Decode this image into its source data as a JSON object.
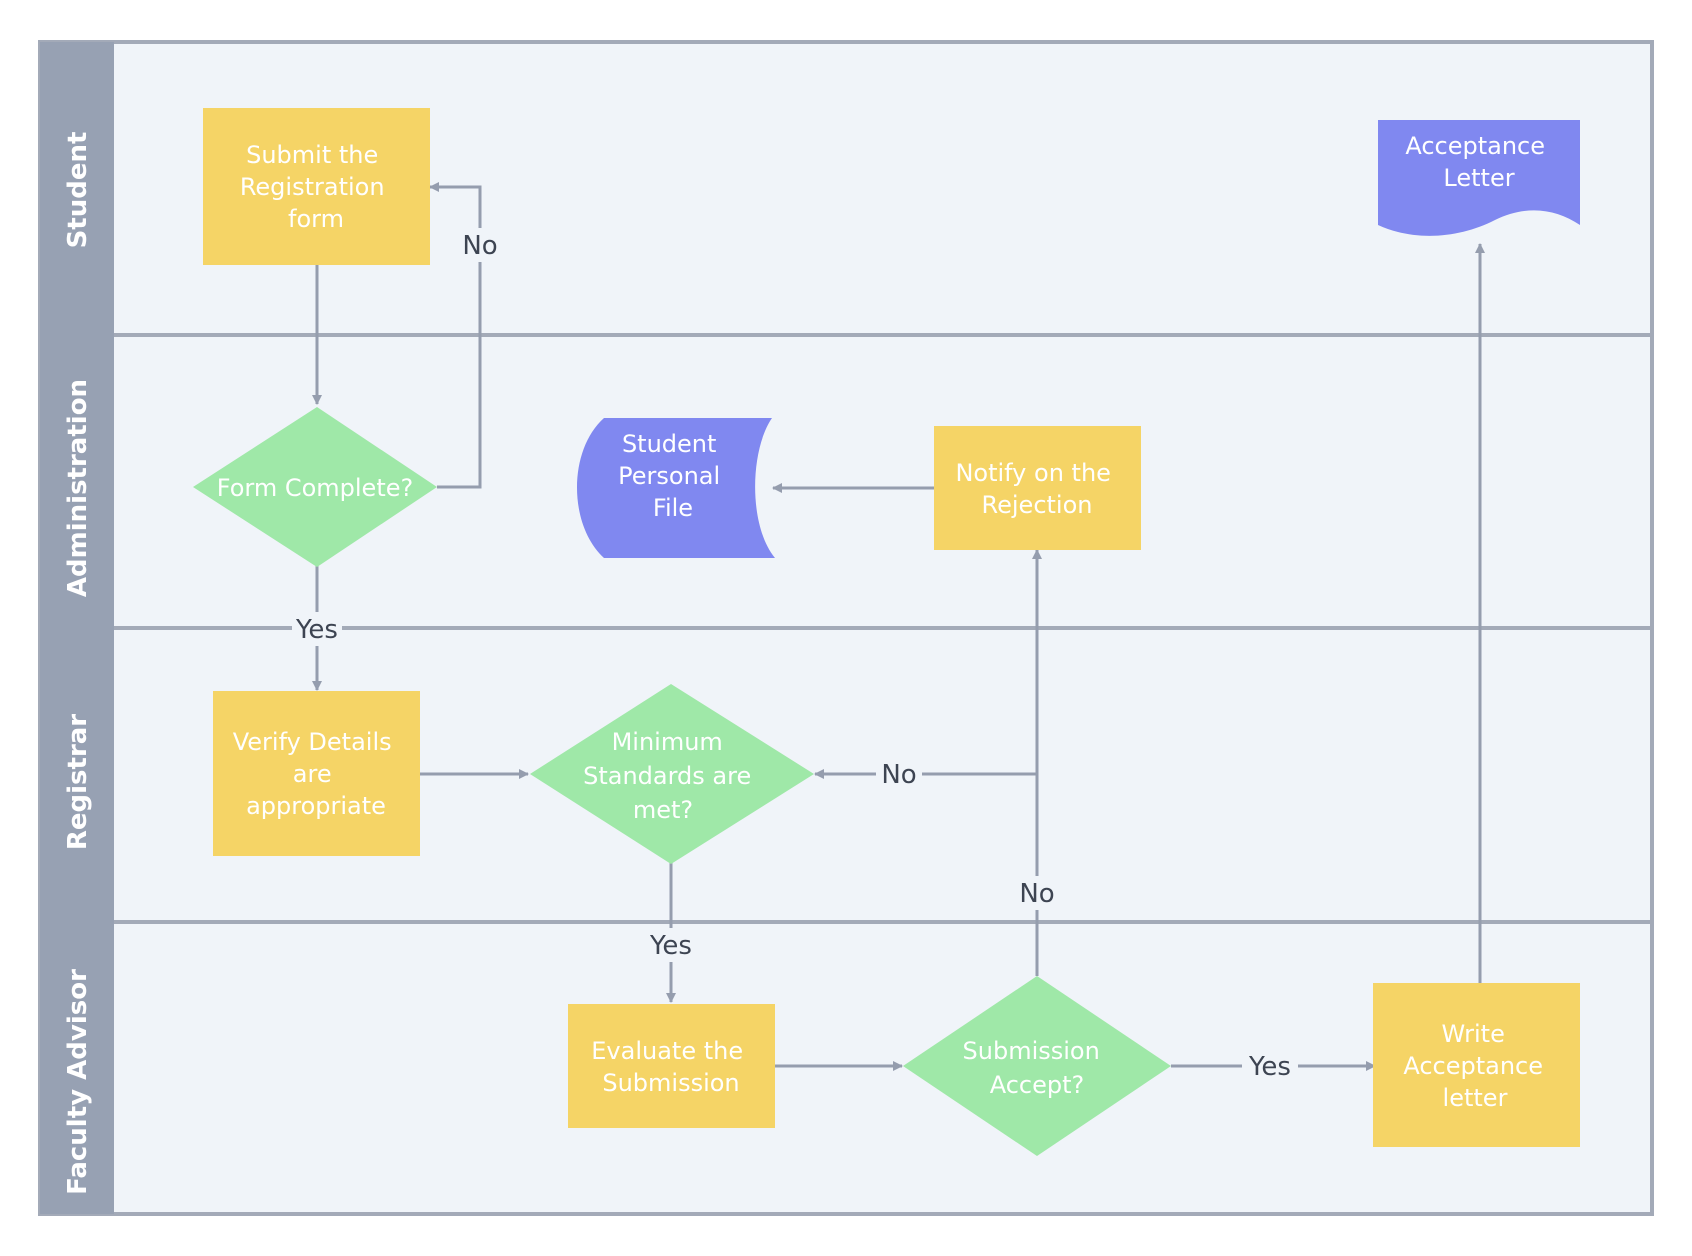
{
  "colors": {
    "lane_header": "#97a1b3",
    "lane_background": "#f0f4f9",
    "border": "#a3aab8",
    "process": "#f5d466",
    "decision": "#9fe8a8",
    "data": "#8088f0",
    "connector": "#959dae",
    "label_text": "#3d4452"
  },
  "lanes": [
    {
      "id": "student",
      "label": "Student"
    },
    {
      "id": "administration",
      "label": "Administration"
    },
    {
      "id": "registrar",
      "label": "Registrar"
    },
    {
      "id": "faculty",
      "label": "Faculty Advisor"
    }
  ],
  "nodes": {
    "submit_form": {
      "kind": "process",
      "icon": "rectangle-process",
      "lines": [
        "Submit the",
        "Registration",
        "form"
      ]
    },
    "acceptance_letter": {
      "kind": "document",
      "icon": "document-shape",
      "lines": [
        "Acceptance",
        "Letter"
      ]
    },
    "form_complete": {
      "kind": "decision",
      "icon": "diamond-decision",
      "lines": [
        "Form Complete?"
      ]
    },
    "student_file": {
      "kind": "stored-data",
      "icon": "stored-data-shape",
      "lines": [
        "Student",
        "Personal",
        "File"
      ]
    },
    "notify_rejection": {
      "kind": "process",
      "icon": "rectangle-process",
      "lines": [
        "Notify on the",
        "Rejection"
      ]
    },
    "verify_details": {
      "kind": "process",
      "icon": "rectangle-process",
      "lines": [
        "Verify Details",
        "are",
        "appropriate"
      ]
    },
    "min_standards": {
      "kind": "decision",
      "icon": "diamond-decision",
      "lines": [
        "Minimum",
        "Standards  are",
        "met?"
      ]
    },
    "evaluate_submission": {
      "kind": "process",
      "icon": "rectangle-process",
      "lines": [
        "Evaluate the",
        "Submission"
      ]
    },
    "submission_accept": {
      "kind": "decision",
      "icon": "diamond-decision",
      "lines": [
        "Submission",
        "Accept?"
      ]
    },
    "write_letter": {
      "kind": "process",
      "icon": "rectangle-process",
      "lines": [
        "Write",
        "Acceptance",
        "letter"
      ]
    }
  },
  "edges": [
    {
      "id": "submit-to-form-complete",
      "label": ""
    },
    {
      "id": "form-complete-no",
      "label": "No"
    },
    {
      "id": "form-complete-yes",
      "label": "Yes"
    },
    {
      "id": "verify-to-standards",
      "label": ""
    },
    {
      "id": "standards-yes",
      "label": "Yes"
    },
    {
      "id": "evaluate-to-accept",
      "label": ""
    },
    {
      "id": "accept-no",
      "label": "No"
    },
    {
      "id": "standards-no",
      "label": "No"
    },
    {
      "id": "notify-to-file",
      "label": ""
    },
    {
      "id": "accept-yes",
      "label": "Yes"
    },
    {
      "id": "letter-to-acceptance",
      "label": ""
    }
  ]
}
